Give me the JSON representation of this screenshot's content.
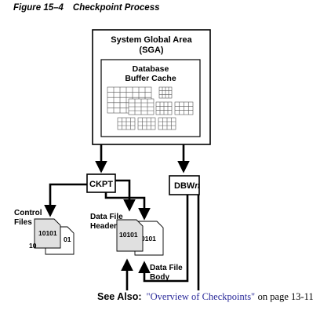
{
  "caption": {
    "figure_number": "Figure 15–4",
    "title": "Checkpoint Process"
  },
  "sga": {
    "title_line1": "System Global Area",
    "title_line2": "(SGA)"
  },
  "buffer_cache": {
    "title_line1": "Database",
    "title_line2": "Buffer Cache"
  },
  "processes": {
    "ckpt": "CKPT",
    "dbwn_prefix": "DBW",
    "dbwn_suffix": "n"
  },
  "control_files": {
    "label_line1": "Control",
    "label_line2": "Files",
    "front_text_line1": "10101",
    "front_text_line2": "10",
    "back_text": "01"
  },
  "data_file_header": {
    "label_line1": "Data File",
    "label_line2": "Header",
    "front_text": "10101",
    "back_text": "0101"
  },
  "data_file_body": {
    "label_line1": "Data File",
    "label_line2": "Body"
  },
  "see_also": {
    "label": "See Also:",
    "link_text": "\"Overview of Checkpoints\"",
    "page_ref": "on page 13-11"
  },
  "colors": {
    "stroke": "#000000",
    "file_front": "#e0e0e0",
    "file_back": "#ffffff",
    "grid": "#555555",
    "link": "#2a2a9a"
  }
}
